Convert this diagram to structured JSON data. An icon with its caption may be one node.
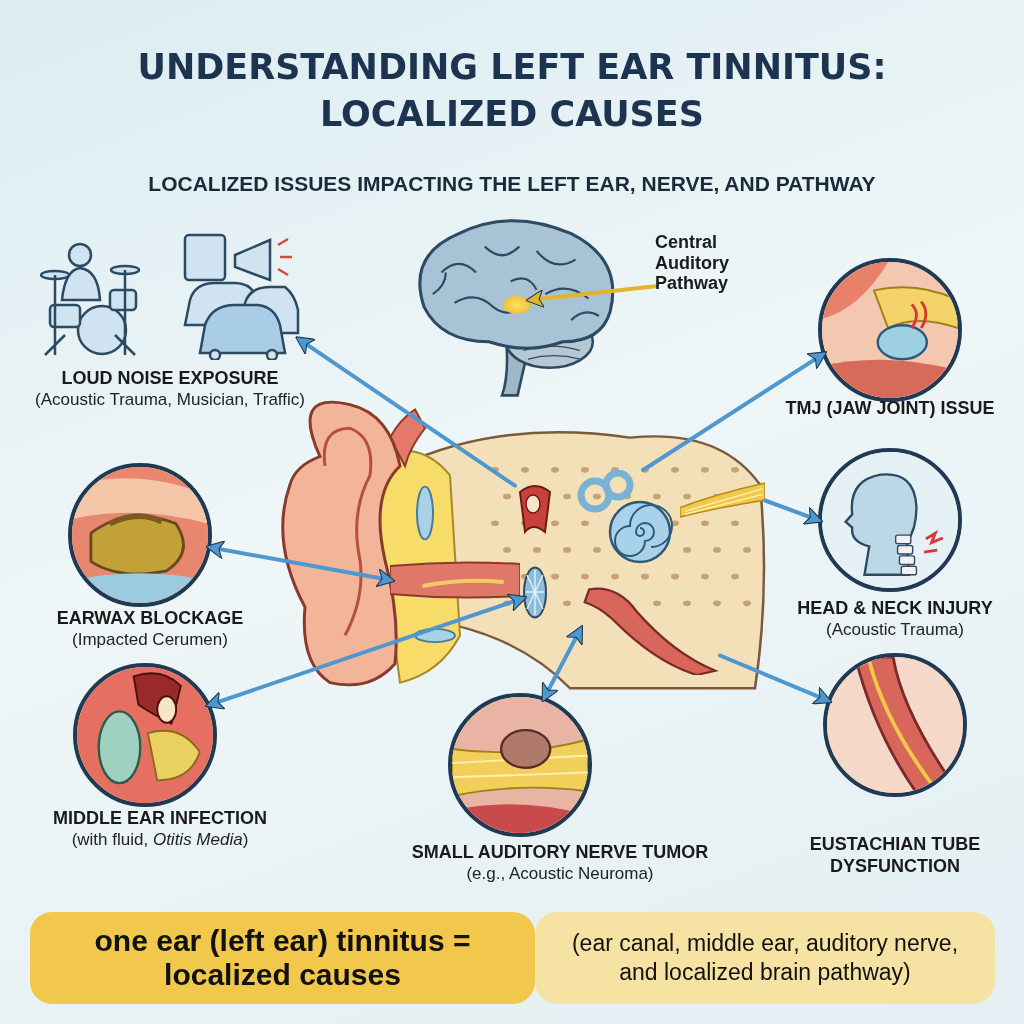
{
  "diagram": {
    "title": "UNDERSTANDING LEFT EAR TINNITUS: LOCALIZED CAUSES",
    "nodes": [
      {
        "text": [],
        "shape": "picture"
      },
      {
        "text": [],
        "shape": "circle",
        "in": 0
      },
      {
        "text": [
          "Central Auditory Pathway"
        ]
      },
      {
        "text": [],
        "shape": "picture"
      },
      {
        "text": [],
        "shape": "picture",
        "in": 3
      },
      {
        "text": [],
        "shape": "picture",
        "in": 3
      },
      {
        "text": [],
        "shape": "picture",
        "in": 3
      },
      {
        "text": [],
        "shape": "picture",
        "in": 3
      },
      {
        "text": [],
        "shape": "picture",
        "in": 3
      },
      {
        "text": [],
        "shape": "picture",
        "in": 3
      },
      {
        "text": [],
        "shape": "picture",
        "beside": [
          "LOUD NOISE EXPOSURE",
          "(Acoustic Trauma, Musician, Traffic)"
        ]
      },
      {
        "text": [],
        "shape": "picture",
        "beside": [
          "EARWAX BLOCKAGE",
          "(Impacted Cerumen)"
        ]
      },
      {
        "text": [],
        "shape": "picture",
        "beside": [
          "MIDDLE EAR INFECTION",
          "(with fluid, *Otitis Media*)"
        ]
      },
      {
        "text": [],
        "shape": "picture",
        "beside": [
          "SMALL AUDITORY NERVE TUMOR",
          "(e.g., Acoustic Neuroma)"
        ]
      },
      {
        "text": [],
        "shape": "picture",
        "beside": [
          "TMJ (JAW JOINT) ISSUE"
        ]
      },
      {
        "text": [],
        "shape": "picture",
        "beside": [
          "HEAD & NECK INJURY",
          "(Acoustic Trauma)"
        ]
      },
      {
        "text": [],
        "shape": "picture",
        "beside": [
          "EUSTACHIAN TUBE DYSFUNCTION"
        ]
      },
      {
        "text": [
          "one ear (left ear) tinnitus = localized causes"
        ]
      },
      {
        "text": [
          "(ear canal, middle ear, auditory nerve, and localized brain pathway)"
        ]
      }
    ],
    "edges": [
      {
        "from": 2,
        "to": 1,
        "arrow": "to",
        "color": "#e2b52c"
      },
      {
        "from": 4,
        "to": 10,
        "arrow": "to"
      },
      {
        "from": 11,
        "to": 5,
        "arrow": "both"
      },
      {
        "from": 6,
        "to": 12,
        "arrow": "both"
      },
      {
        "from": 7,
        "to": 14,
        "arrow": "to"
      },
      {
        "from": 8,
        "to": 15,
        "arrow": "to"
      },
      {
        "from": 9,
        "to": 13,
        "arrow": "both"
      },
      {
        "from": 9,
        "to": 16,
        "arrow": "to"
      }
    ],
    "labels": [
      "LOCALIZED ISSUES IMPACTING THE LEFT EAR, NERVE, AND PATHWAY"
    ]
  }
}
